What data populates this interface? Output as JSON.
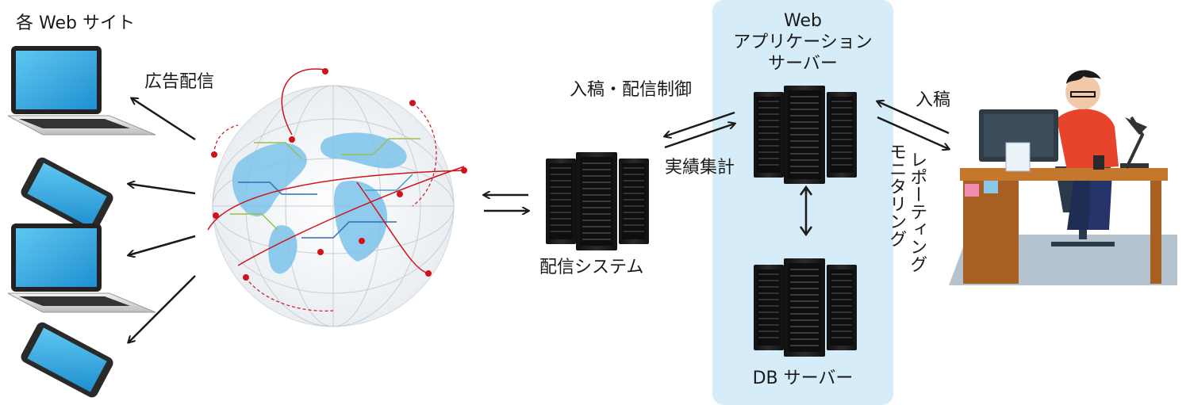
{
  "labels": {
    "websites": "各 Web サイト",
    "ad_delivery": "広告配信",
    "delivery_system": "配信システム",
    "submit_control": "入稿・配信制御",
    "results_aggregation": "実績集計",
    "web_app_server_line1": "Web",
    "web_app_server_line2": "アプリケーション",
    "web_app_server_line3": "サーバー",
    "db_server": "DB サーバー",
    "submit": "入稿",
    "reporting": "レポーティング",
    "monitoring": "モニタリング"
  },
  "colors": {
    "panel": "#d6ecf8",
    "arrow": "#1a1a1a",
    "accent_red": "#d0121b",
    "server_dark": "#1b1b1b"
  }
}
